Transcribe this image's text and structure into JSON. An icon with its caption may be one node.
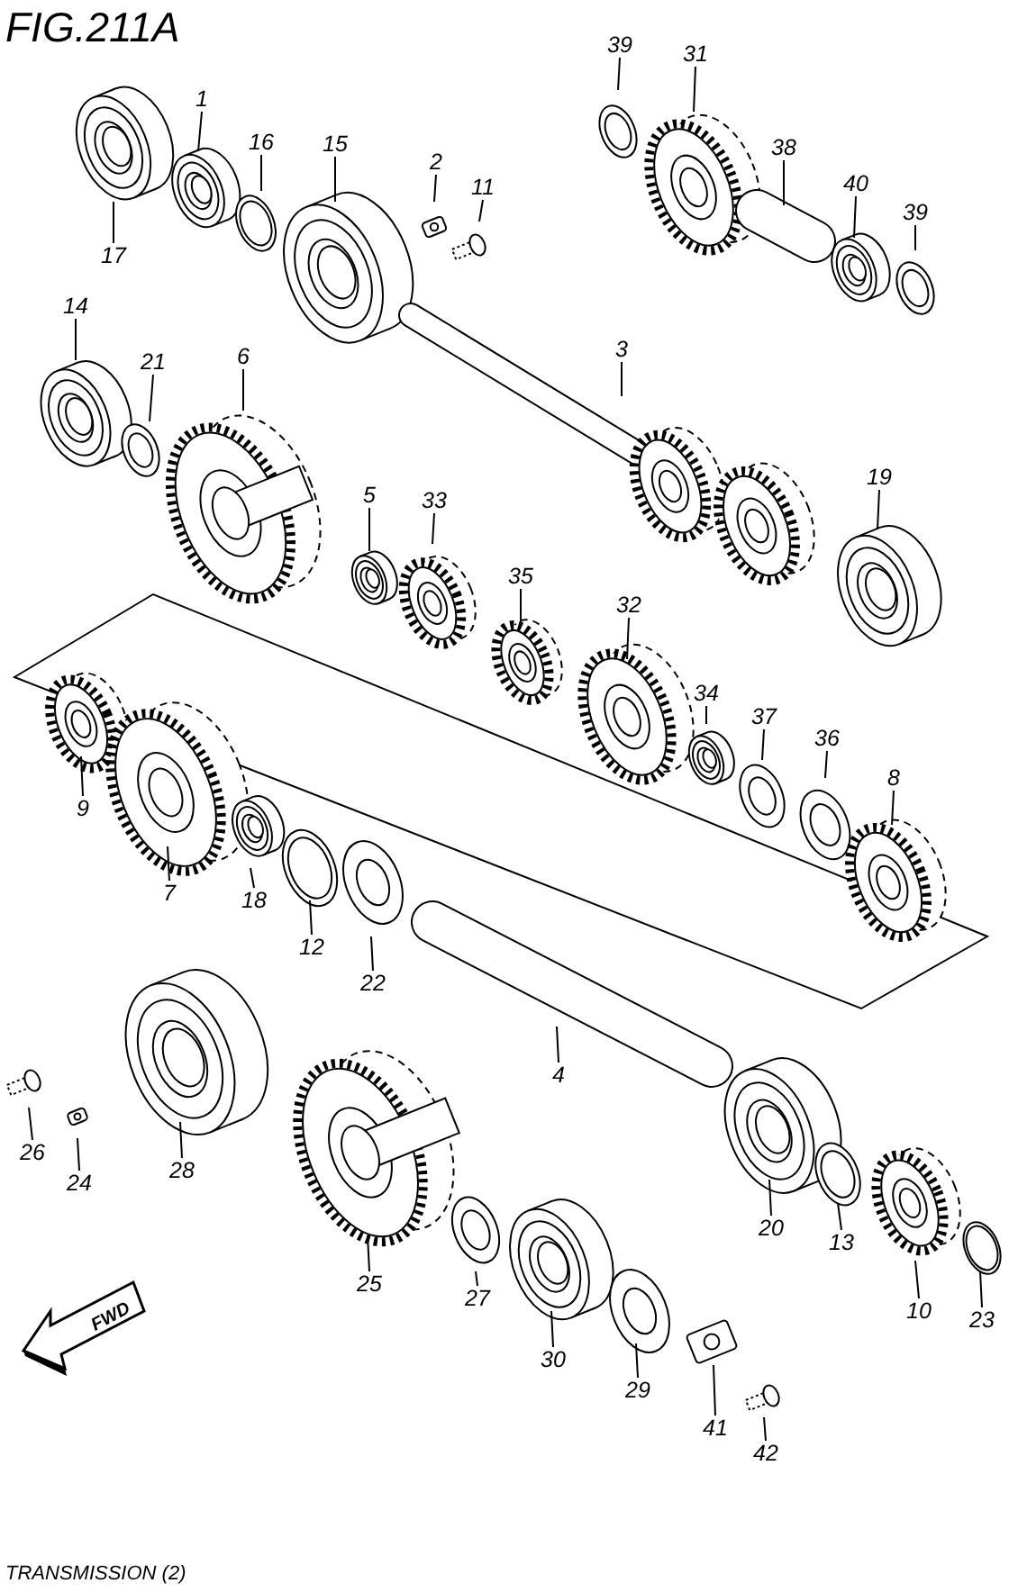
{
  "diagram": {
    "title": "FIG.211A",
    "caption": "TRANSMISSION (2)",
    "nodes": [
      {
        "text": [
          "39"
        ]
      },
      {
        "text": [
          "31"
        ]
      },
      {
        "text": [
          "1"
        ]
      },
      {
        "text": [
          "16"
        ]
      },
      {
        "text": [
          "15"
        ]
      },
      {
        "text": [
          "2"
        ]
      },
      {
        "text": [
          "38"
        ]
      },
      {
        "text": [
          "11"
        ]
      },
      {
        "text": [
          "40"
        ]
      },
      {
        "text": [
          "39"
        ]
      },
      {
        "text": [
          "17"
        ]
      },
      {
        "text": [
          "14"
        ]
      },
      {
        "text": [
          "6"
        ]
      },
      {
        "text": [
          "3"
        ]
      },
      {
        "text": [
          "21"
        ]
      },
      {
        "text": [
          "19"
        ]
      },
      {
        "text": [
          "5"
        ]
      },
      {
        "text": [
          "33"
        ]
      },
      {
        "text": [
          "35"
        ]
      },
      {
        "text": [
          "32"
        ]
      },
      {
        "text": [
          "34"
        ]
      },
      {
        "text": [
          "37"
        ]
      },
      {
        "text": [
          "36"
        ]
      },
      {
        "text": [
          "8"
        ]
      },
      {
        "text": [
          "9"
        ]
      },
      {
        "text": [
          "7"
        ]
      },
      {
        "text": [
          "18"
        ]
      },
      {
        "text": [
          "12"
        ]
      },
      {
        "text": [
          "22"
        ]
      },
      {
        "text": [
          "4"
        ]
      },
      {
        "text": [
          "26"
        ]
      },
      {
        "text": [
          "28"
        ]
      },
      {
        "text": [
          "24"
        ]
      },
      {
        "text": [
          "20"
        ]
      },
      {
        "text": [
          "13"
        ]
      },
      {
        "text": [
          "25"
        ]
      },
      {
        "text": [
          "27"
        ]
      },
      {
        "text": [
          "10"
        ]
      },
      {
        "text": [
          "23"
        ]
      },
      {
        "text": [
          "30"
        ]
      },
      {
        "text": [
          "29"
        ]
      },
      {
        "text": [
          "41"
        ]
      },
      {
        "text": [
          "42"
        ]
      }
    ],
    "edges": [
      {
        "from": 0,
        "to": null,
        "arrow": "none"
      },
      {
        "from": 1,
        "to": null,
        "arrow": "none"
      },
      {
        "from": 2,
        "to": null,
        "arrow": "none"
      },
      {
        "from": 3,
        "to": null,
        "arrow": "none"
      },
      {
        "from": 4,
        "to": null,
        "arrow": "none"
      },
      {
        "from": 5,
        "to": null,
        "arrow": "none"
      },
      {
        "from": 6,
        "to": null,
        "arrow": "none"
      },
      {
        "from": 7,
        "to": null,
        "arrow": "none"
      },
      {
        "from": 8,
        "to": null,
        "arrow": "none"
      },
      {
        "from": 9,
        "to": null,
        "arrow": "none"
      },
      {
        "from": 10,
        "to": null,
        "arrow": "none"
      },
      {
        "from": 11,
        "to": null,
        "arrow": "none"
      },
      {
        "from": 12,
        "to": null,
        "arrow": "none"
      },
      {
        "from": 13,
        "to": null,
        "arrow": "none"
      },
      {
        "from": 14,
        "to": null,
        "arrow": "none"
      },
      {
        "from": 15,
        "to": null,
        "arrow": "none"
      },
      {
        "from": 16,
        "to": null,
        "arrow": "none"
      },
      {
        "from": 17,
        "to": null,
        "arrow": "none"
      },
      {
        "from": 18,
        "to": null,
        "arrow": "none"
      },
      {
        "from": 19,
        "to": null,
        "arrow": "none"
      },
      {
        "from": 20,
        "to": null,
        "arrow": "none"
      },
      {
        "from": 21,
        "to": null,
        "arrow": "none"
      },
      {
        "from": 22,
        "to": null,
        "arrow": "none"
      },
      {
        "from": 23,
        "to": null,
        "arrow": "none"
      },
      {
        "from": 24,
        "to": null,
        "arrow": "none"
      },
      {
        "from": 25,
        "to": null,
        "arrow": "none"
      },
      {
        "from": 26,
        "to": null,
        "arrow": "none"
      },
      {
        "from": 27,
        "to": null,
        "arrow": "none"
      },
      {
        "from": 28,
        "to": null,
        "arrow": "none"
      },
      {
        "from": 29,
        "to": null,
        "arrow": "none"
      },
      {
        "from": 30,
        "to": null,
        "arrow": "none"
      },
      {
        "from": 31,
        "to": null,
        "arrow": "none"
      },
      {
        "from": 32,
        "to": null,
        "arrow": "none"
      },
      {
        "from": 33,
        "to": null,
        "arrow": "none"
      },
      {
        "from": 34,
        "to": null,
        "arrow": "none"
      },
      {
        "from": 35,
        "to": null,
        "arrow": "none"
      },
      {
        "from": 36,
        "to": null,
        "arrow": "none"
      },
      {
        "from": 37,
        "to": null,
        "arrow": "none"
      },
      {
        "from": 38,
        "to": null,
        "arrow": "none"
      },
      {
        "from": 39,
        "to": null,
        "arrow": "none"
      },
      {
        "from": 40,
        "to": null,
        "arrow": "none"
      },
      {
        "from": 41,
        "to": null,
        "arrow": "none"
      },
      {
        "from": 42,
        "to": null,
        "arrow": "none"
      }
    ],
    "labels": [
      "FWD"
    ]
  }
}
